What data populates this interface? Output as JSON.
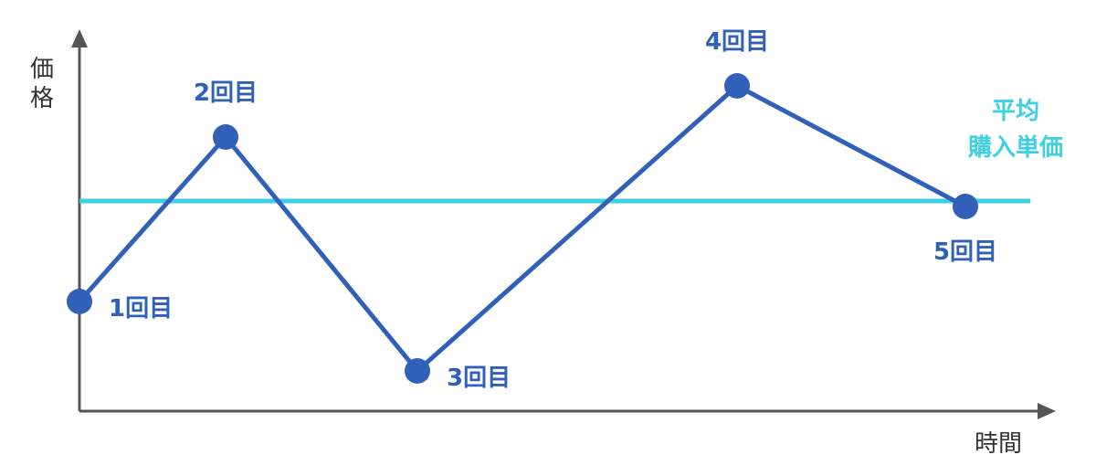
{
  "chart_data": {
    "type": "line",
    "title": "",
    "xlabel": "時間",
    "ylabel": "価格",
    "grid": false,
    "xlim": [
      0,
      10.6
    ],
    "ylim": [
      0,
      100
    ],
    "series": [
      {
        "name": "価格",
        "color": "#3060b8",
        "points": [
          {
            "label": "1回目",
            "x": 0,
            "y": 30,
            "label_side": "right"
          },
          {
            "label": "2回目",
            "x": 1.6,
            "y": 75,
            "label_side": "above"
          },
          {
            "label": "3回目",
            "x": 3.7,
            "y": 11,
            "label_side": "right"
          },
          {
            "label": "4回目",
            "x": 7.2,
            "y": 89,
            "label_side": "above"
          },
          {
            "label": "5回目",
            "x": 9.7,
            "y": 56,
            "label_side": "below"
          }
        ]
      }
    ],
    "reference_line": {
      "label_line1": "平均",
      "label_line2": "購入単価",
      "y": 57.5,
      "color": "#3ecfe0"
    },
    "axis_color": "#555555"
  }
}
